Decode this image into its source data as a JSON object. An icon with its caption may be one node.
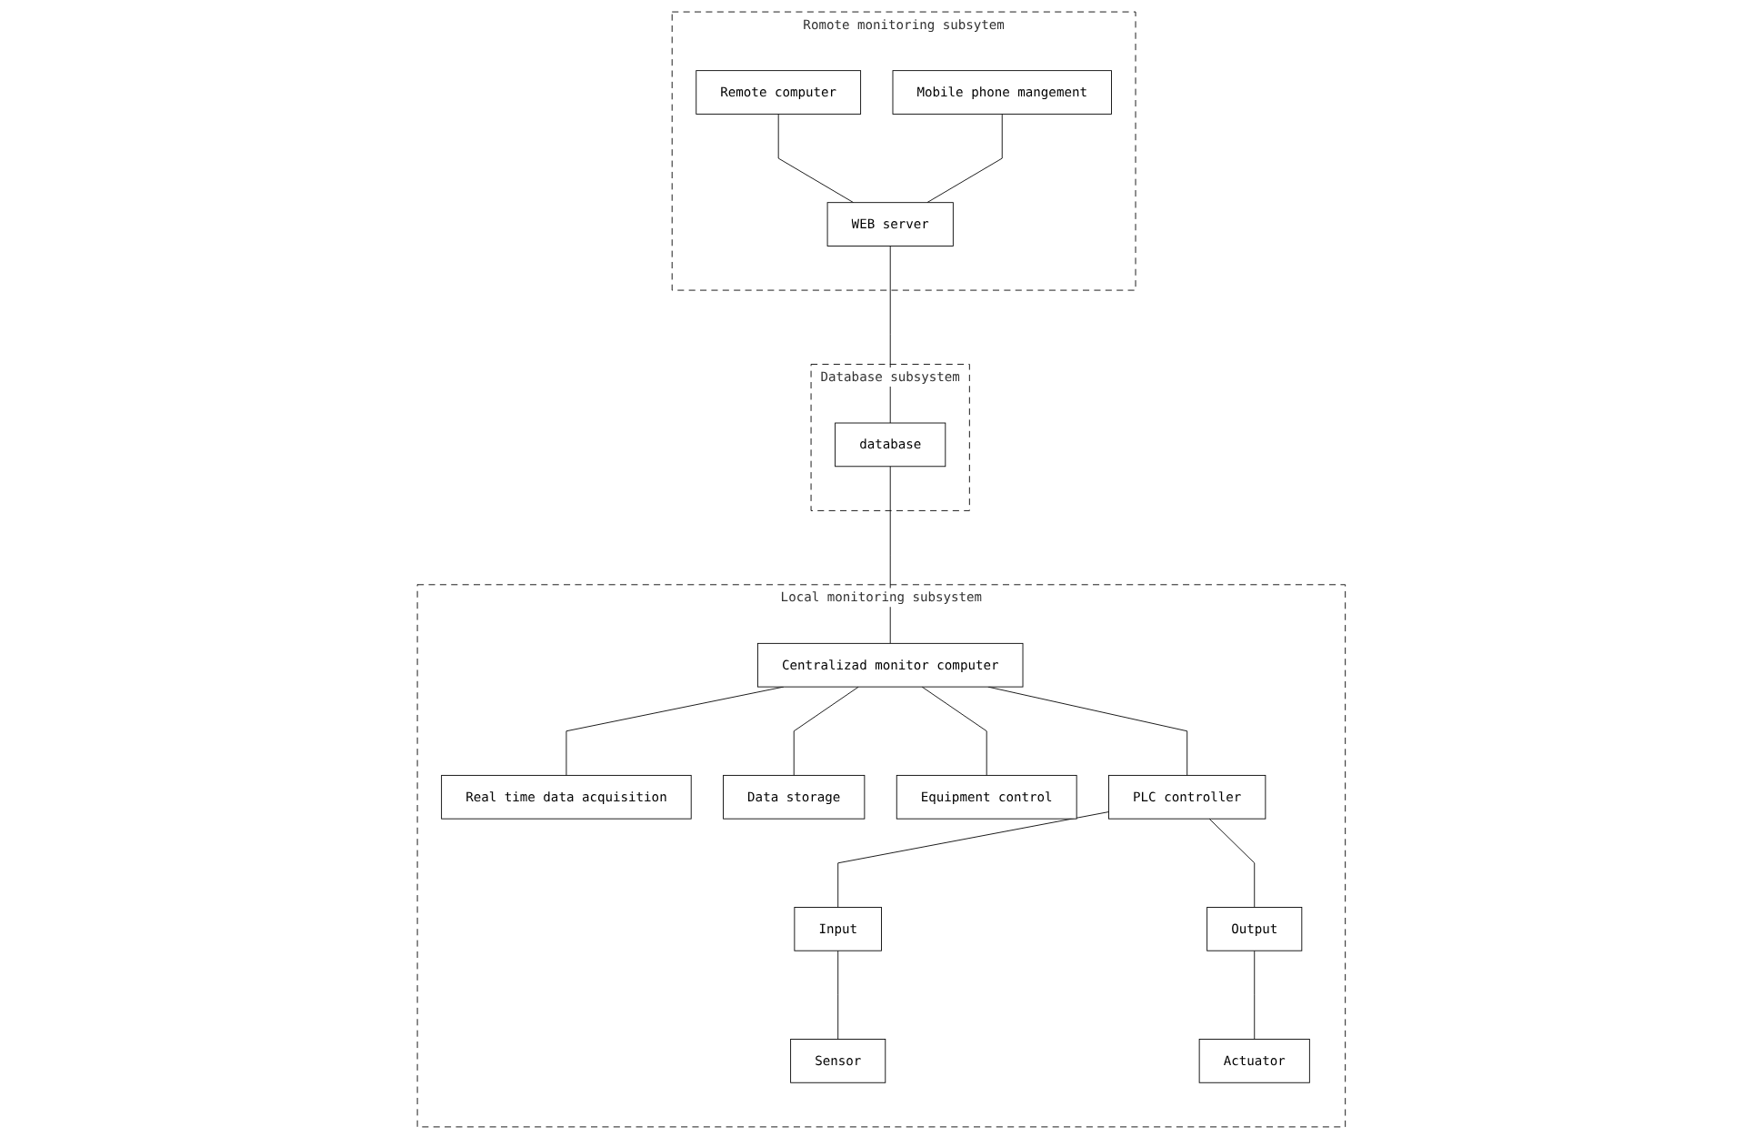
{
  "diagram": {
    "nodes": [
      {
        "text": [
          "Romote monitoring subsytem"
        ]
      },
      {
        "text": [
          "Remote computer"
        ],
        "in": 0
      },
      {
        "text": [
          "Mobile phone mangement"
        ],
        "in": 0
      },
      {
        "text": [
          "WEB server"
        ],
        "in": 0
      },
      {
        "text": [
          "Database subsystem"
        ]
      },
      {
        "text": [
          "database"
        ],
        "in": 4
      },
      {
        "text": [
          "Local monitoring subsystem"
        ]
      },
      {
        "text": [
          "Centralizad monitor computer"
        ],
        "in": 6
      },
      {
        "text": [
          "PLC controller"
        ],
        "in": 6
      },
      {
        "text": [
          "Real time data acquisition"
        ],
        "in": 6
      },
      {
        "text": [
          "Data storage"
        ],
        "in": 6
      },
      {
        "text": [
          "Equipment control"
        ],
        "in": 6
      },
      {
        "text": [
          "Input"
        ],
        "in": 6
      },
      {
        "text": [
          "Output"
        ],
        "in": 6
      },
      {
        "text": [
          "Sensor"
        ],
        "in": 6
      },
      {
        "text": [
          "Actuator"
        ],
        "in": 6
      }
    ],
    "edges": [
      {
        "from": 1,
        "to": 3,
        "arrow": "none"
      },
      {
        "from": 2,
        "to": 3,
        "arrow": "none"
      },
      {
        "from": 3,
        "to": 5,
        "arrow": "none"
      },
      {
        "from": 5,
        "to": 7,
        "arrow": "none"
      },
      {
        "from": 7,
        "to": 9,
        "arrow": "none"
      },
      {
        "from": 7,
        "to": 10,
        "arrow": "none"
      },
      {
        "from": 7,
        "to": 11,
        "arrow": "none"
      },
      {
        "from": 7,
        "to": 8,
        "arrow": "none"
      },
      {
        "from": 8,
        "to": 12,
        "arrow": "none"
      },
      {
        "from": 8,
        "to": 13,
        "arrow": "none"
      },
      {
        "from": 12,
        "to": 14,
        "arrow": "none"
      },
      {
        "from": 13,
        "to": 15,
        "arrow": "none"
      }
    ]
  }
}
